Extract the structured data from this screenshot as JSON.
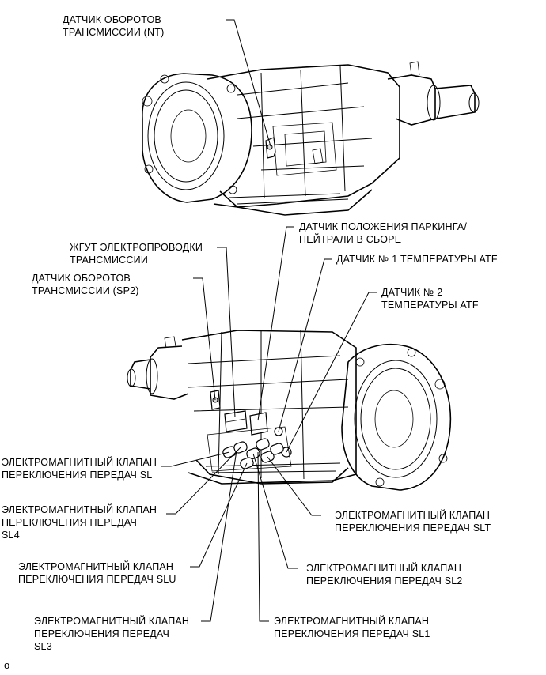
{
  "labels": {
    "nt_sensor": [
      "ДАТЧИК ОБОРОТОВ",
      "ТРАНСМИССИИ (NT)"
    ],
    "wire_harness": [
      "ЖГУТ ЭЛЕКТРОПРОВОДКИ",
      "ТРАНСМИССИИ"
    ],
    "sp2_sensor": [
      "ДАТЧИК ОБОРОТОВ",
      "ТРАНСМИССИИ (SP2)"
    ],
    "park_neutral": [
      "ДАТЧИК ПОЛОЖЕНИЯ ПАРКИНГА/",
      "НЕЙТРАЛИ В СБОРЕ"
    ],
    "atf_temp1": [
      "ДАТЧИК № 1 ТЕМПЕРАТУРЫ ATF"
    ],
    "atf_temp2": [
      "ДАТЧИК № 2",
      "ТЕМПЕРАТУРЫ ATF"
    ],
    "solenoid_sl": [
      "ЭЛЕКТРОМАГНИТНЫЙ КЛАПАН",
      "ПЕРЕКЛЮЧЕНИЯ ПЕРЕДАЧ SL"
    ],
    "solenoid_sl4": [
      "ЭЛЕКТРОМАГНИТНЫЙ КЛАПАН",
      "ПЕРЕКЛЮЧЕНИЯ ПЕРЕДАЧ",
      "SL4"
    ],
    "solenoid_slt": [
      "ЭЛЕКТРОМАГНИТНЫЙ КЛАПАН",
      "ПЕРЕКЛЮЧЕНИЯ ПЕРЕДАЧ SLT"
    ],
    "solenoid_slu": [
      "ЭЛЕКТРОМАГНИТНЫЙ КЛАПАН",
      "ПЕРЕКЛЮЧЕНИЯ ПЕРЕДАЧ SLU"
    ],
    "solenoid_sl2": [
      "ЭЛЕКТРОМАГНИТНЫЙ КЛАПАН",
      "ПЕРЕКЛЮЧЕНИЯ ПЕРЕДАЧ SL2"
    ],
    "solenoid_sl3": [
      "ЭЛЕКТРОМАГНИТНЫЙ КЛАПАН",
      "ПЕРЕКЛЮЧЕНИЯ ПЕРЕДАЧ",
      "SL3"
    ],
    "solenoid_sl1": [
      "ЭЛЕКТРОМАГНИТНЫЙ КЛАПАН",
      "ПЕРЕКЛЮЧЕНИЯ ПЕРЕДАЧ SL1"
    ]
  },
  "footer_mark": "o"
}
